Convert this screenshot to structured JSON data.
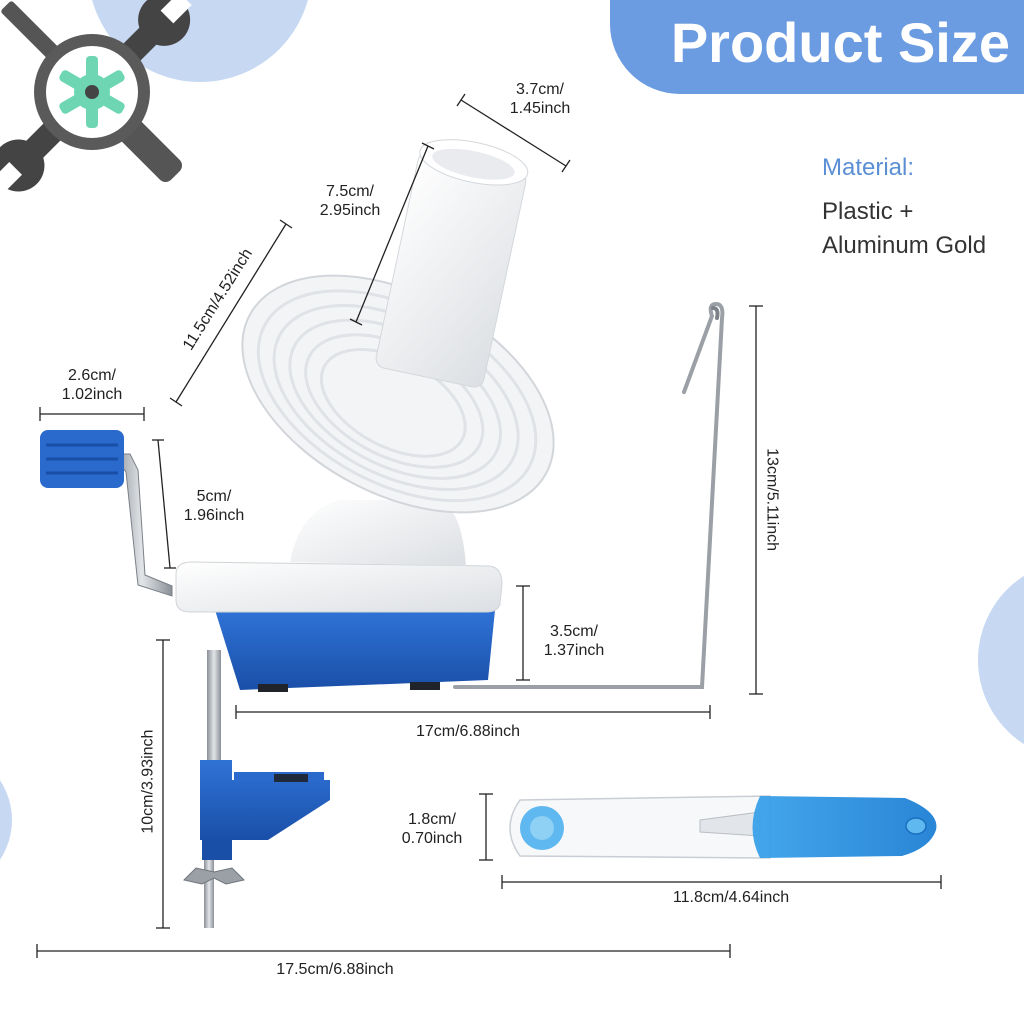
{
  "header": {
    "title": "Product Size"
  },
  "material": {
    "label": "Material:",
    "lines": [
      "Plastic +",
      "Aluminum Gold"
    ]
  },
  "dimensions": {
    "tube_diameter": [
      "3.7cm/",
      "1.45inch"
    ],
    "tube_length": [
      "7.5cm/",
      "2.95inch"
    ],
    "bowl_diameter": "11.5cm/4.52inch",
    "handle_width": [
      "2.6cm/",
      "1.02inch"
    ],
    "handle_height": [
      "5cm/",
      "1.96inch"
    ],
    "base_height": [
      "3.5cm/",
      "1.37inch"
    ],
    "yarn_guide_height": "13cm/5.11inch",
    "base_length": "17cm/6.88inch",
    "clamp_height": "10cm/3.93inch",
    "total_length": "17.5cm/6.88inch",
    "scissors_height": [
      "1.8cm/",
      "0.70inch"
    ],
    "scissors_length": "11.8cm/4.64inch"
  },
  "colors": {
    "banner": "#6b9be0",
    "accent_blue": "#1f5fc4",
    "plastic_white": "#f6f6f6",
    "metal": "#b9bec4",
    "decor_circle": "#c6d8f2"
  }
}
